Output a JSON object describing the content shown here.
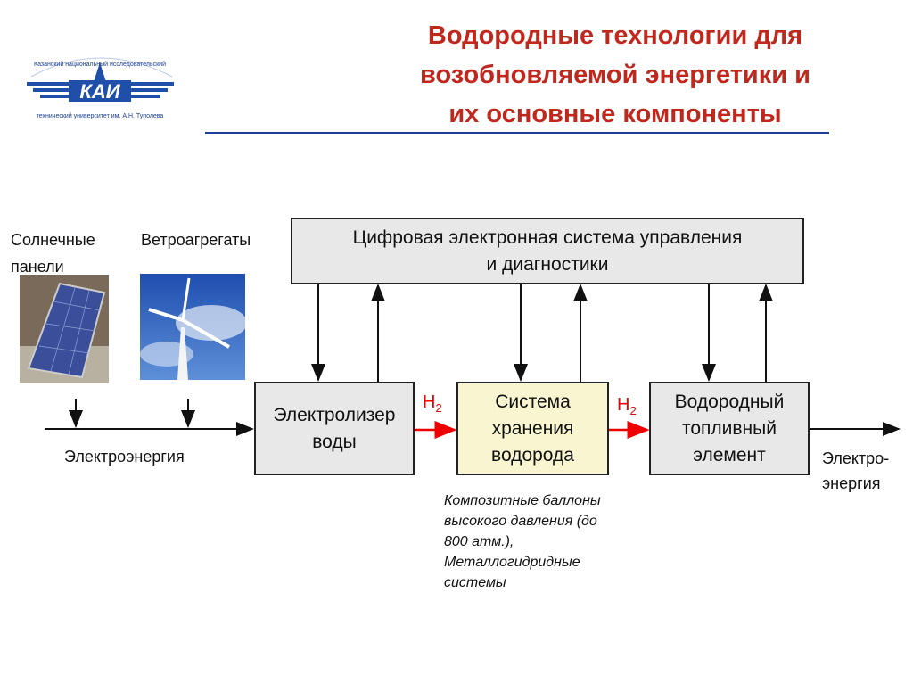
{
  "title": {
    "line1": "Водородные технологии для",
    "line2": "возобновляемой энергетики и",
    "line3": "их основные компоненты"
  },
  "logo": {
    "text": "КАИ",
    "top_arc": "Казанский национальный исследовательский",
    "bottom_arc": "технический университет им. А.Н. Туполева"
  },
  "sources": {
    "solar": "Солнечные панели",
    "wind": "Ветроагрегаты",
    "electricity_in": "Электроэнергия"
  },
  "control_box": {
    "line1": "Цифровая электронная система управления",
    "line2": "и диагностики"
  },
  "electrolyzer": {
    "line1": "Электролизер",
    "line2": "воды"
  },
  "storage": {
    "line1": "Система",
    "line2": "хранения",
    "line3": "водорода"
  },
  "fuel_cell": {
    "line1": "Водородный",
    "line2": "топливный",
    "line3": "элемент"
  },
  "h2_label": {
    "main": "H",
    "sub": "2"
  },
  "electricity_out": {
    "line1": "Электро-",
    "line2": "энергия"
  },
  "storage_note": [
    "Композитные баллоны",
    "высокого давления (до",
    "800 атм.),",
    "Металлогидридные",
    "системы"
  ],
  "colors": {
    "title": "#c0281e",
    "h2_arrow": "#e00000",
    "storage_fill": "#f8f5d0",
    "box_fill": "#e8e8e8",
    "rule": "#1f3d99"
  }
}
